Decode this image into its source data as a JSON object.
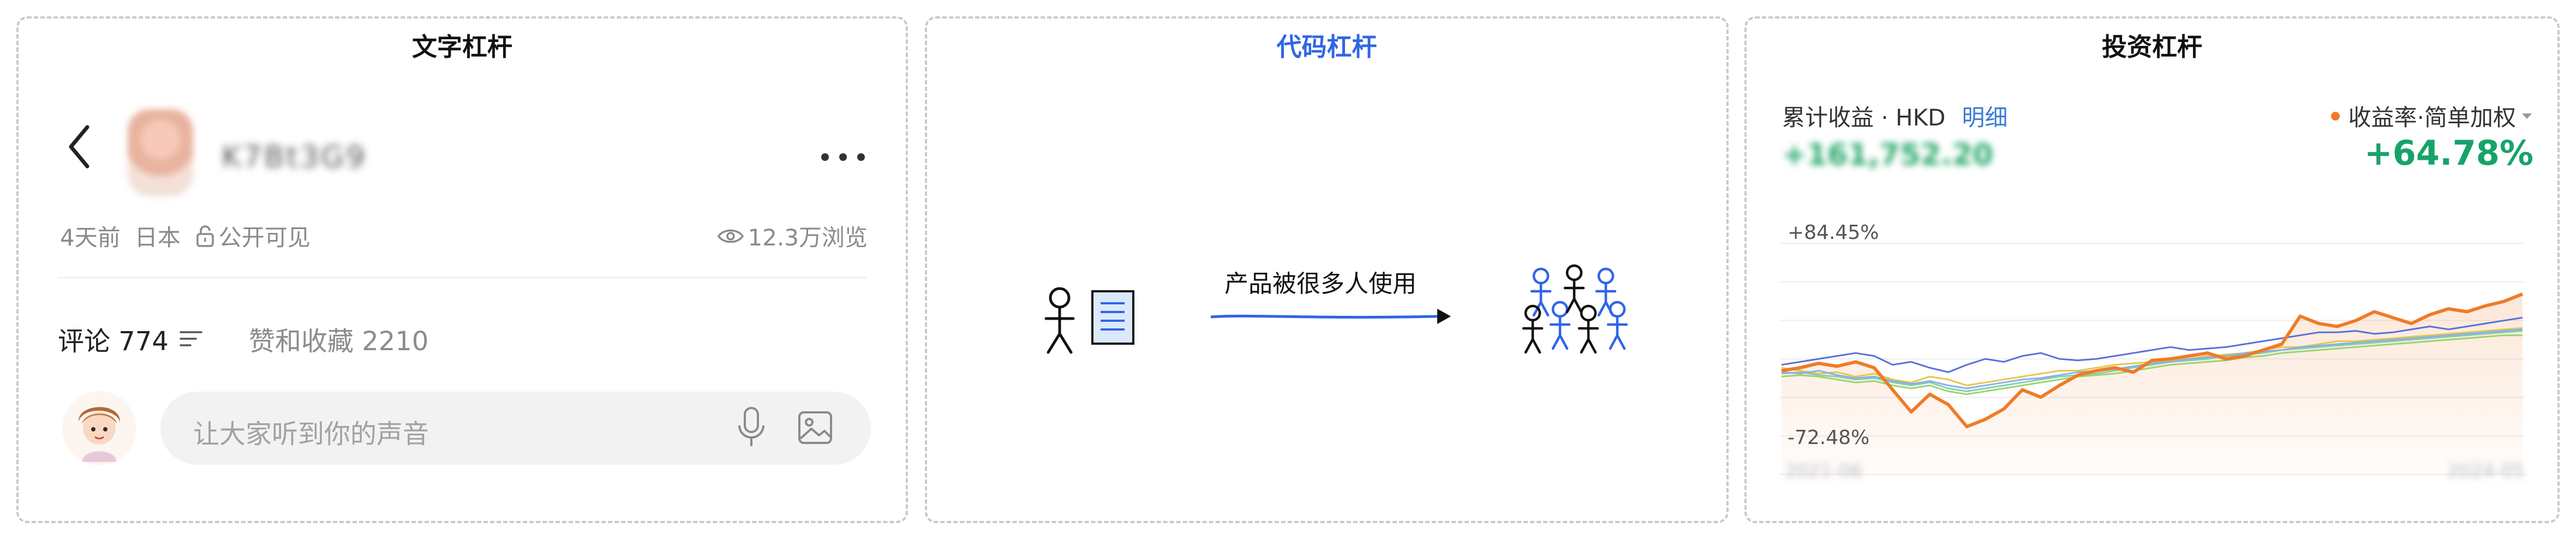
{
  "panels": {
    "text": {
      "title": "文字杠杆",
      "post": {
        "username": "K7Bt3G9",
        "time": "4天前",
        "location": "日本",
        "visibility": "公开可见",
        "views": "12.3万浏览"
      },
      "tabs": {
        "comments": "评论 774",
        "likes": "赞和收藏 2210"
      },
      "input": {
        "placeholder": "让大家听到你的声音"
      },
      "icons": [
        "back-icon",
        "more-icon",
        "lock-icon",
        "eye-icon",
        "sort-icon",
        "mic-icon",
        "image-icon"
      ]
    },
    "code": {
      "title": "代码杠杆",
      "caption": "产品被很多人使用",
      "colors": {
        "arrow": "#2f66e6",
        "users": "#2f66e6",
        "person": "#111111"
      }
    },
    "invest": {
      "title": "投资杠杆",
      "label": "累计收益 · HKD",
      "detail": "明细",
      "legend": "收益率·简单加权",
      "amount": "+161,752.20",
      "rate": "+64.78%",
      "ytick_top": "+84.45%",
      "ytick_bottom": "-72.48%",
      "date_start": "2021-06",
      "date_end": "2024-05",
      "colors": {
        "main": "#f07b26",
        "positive": "#16a36a"
      }
    }
  },
  "chart_data": {
    "type": "line",
    "ylim": [
      -72.48,
      84.45
    ],
    "yticks": [
      "+84.45%",
      "-72.48%"
    ],
    "x": [
      0,
      1,
      2,
      3,
      4,
      5,
      6,
      7,
      8,
      9,
      10,
      11,
      12,
      13,
      14,
      15,
      16,
      17,
      18,
      19,
      20,
      21,
      22,
      23,
      24,
      25,
      26,
      27,
      28,
      29,
      30,
      31,
      32,
      33,
      34,
      35,
      36,
      37,
      38,
      39,
      40
    ],
    "series": [
      {
        "name": "收益率·简单加权",
        "color": "#f07b26",
        "values": [
          -2,
          0,
          3,
          1,
          4,
          0,
          -15,
          -30,
          -18,
          -25,
          -40,
          -35,
          -28,
          -15,
          -20,
          -12,
          -5,
          -2,
          0,
          -3,
          5,
          6,
          8,
          10,
          6,
          8,
          12,
          16,
          35,
          30,
          28,
          32,
          38,
          34,
          30,
          36,
          40,
          38,
          42,
          45,
          50
        ]
      },
      {
        "color": "#5a6fd8",
        "values": [
          2,
          4,
          6,
          8,
          10,
          8,
          2,
          4,
          0,
          -3,
          2,
          6,
          4,
          8,
          10,
          6,
          5,
          6,
          8,
          10,
          12,
          14,
          12,
          13,
          14,
          16,
          18,
          20,
          22,
          24,
          24,
          25,
          23,
          24,
          26,
          28,
          26,
          28,
          30,
          32,
          34
        ]
      },
      {
        "color": "#e8c64a",
        "values": [
          0,
          -2,
          -4,
          -3,
          -6,
          -4,
          -8,
          -10,
          -6,
          -8,
          -12,
          -10,
          -8,
          -6,
          -4,
          -2,
          -2,
          0,
          2,
          3,
          4,
          5,
          6,
          8,
          9,
          10,
          12,
          14,
          14,
          16,
          18,
          18,
          19,
          20,
          21,
          22,
          23,
          24,
          25,
          26,
          27
        ]
      },
      {
        "color": "#7fd0b5",
        "values": [
          -4,
          -3,
          -5,
          -6,
          -8,
          -7,
          -10,
          -12,
          -10,
          -14,
          -16,
          -14,
          -12,
          -10,
          -8,
          -6,
          -5,
          -4,
          -2,
          0,
          2,
          4,
          5,
          6,
          8,
          9,
          10,
          12,
          13,
          14,
          15,
          16,
          17,
          18,
          19,
          20,
          21,
          22,
          23,
          24,
          25
        ]
      },
      {
        "color": "#9cd46a",
        "values": [
          -6,
          -5,
          -6,
          -8,
          -10,
          -9,
          -12,
          -14,
          -12,
          -16,
          -18,
          -16,
          -14,
          -12,
          -10,
          -8,
          -6,
          -5,
          -4,
          -2,
          0,
          2,
          3,
          4,
          5,
          7,
          8,
          10,
          11,
          12,
          13,
          14,
          15,
          16,
          17,
          18,
          19,
          20,
          21,
          22,
          22
        ]
      },
      {
        "color": "#8ab0e8",
        "values": [
          -3,
          -4,
          -2,
          -5,
          -7,
          -6,
          -9,
          -11,
          -9,
          -12,
          -14,
          -12,
          -10,
          -8,
          -7,
          -5,
          -3,
          -2,
          -1,
          1,
          3,
          4,
          6,
          7,
          8,
          10,
          11,
          12,
          14,
          15,
          16,
          17,
          18,
          19,
          20,
          21,
          22,
          23,
          24,
          25,
          26
        ]
      }
    ]
  }
}
